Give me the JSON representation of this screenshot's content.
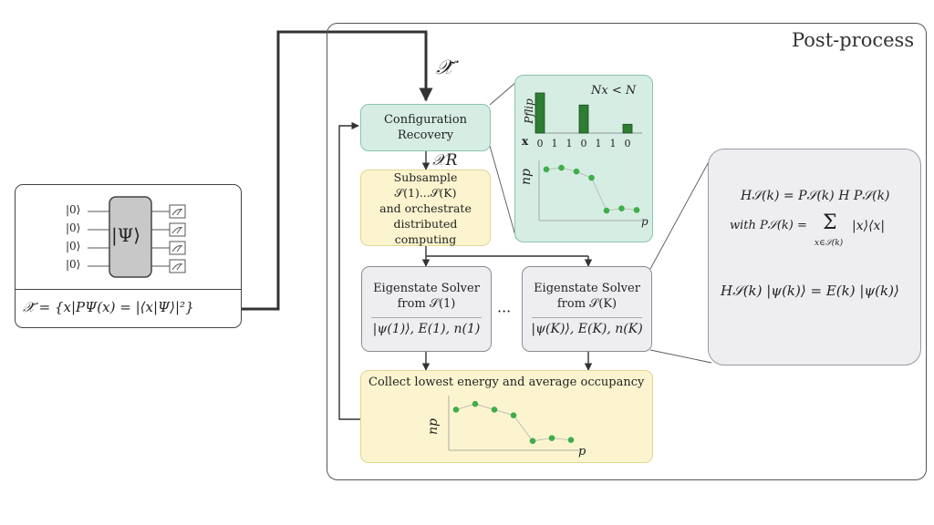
{
  "post_process_label": "Post-process",
  "x_tilde_label": "𝒳̃",
  "x_r_label": "𝒳R",
  "quantum_box": {
    "kets": [
      "|0⟩",
      "|0⟩",
      "|0⟩",
      "|0⟩"
    ],
    "psi_gate": "|Ψ⟩",
    "formula": "𝒳̃ = {x|PΨ(x) = |⟨x|Ψ⟩|²}"
  },
  "config_recovery": {
    "line1": "Configuration",
    "line2": "Recovery"
  },
  "subsample": {
    "line1": "Subsample 𝒮(1)...𝒮(K)",
    "line2": "and orchestrate",
    "line3": "distributed computing"
  },
  "solver_1": {
    "line1": "Eigenstate Solver",
    "line2": "from 𝒮(1)",
    "output": "|ψ(1)⟩, E(1), n(1)"
  },
  "solver_k": {
    "line1": "Eigenstate Solver",
    "line2": "from 𝒮(K)",
    "output": "|ψ(K)⟩, E(K), n(K)"
  },
  "dots": "···",
  "collect": {
    "title": "Collect lowest energy and average occupancy",
    "ylabel": "np",
    "xlabel": "p"
  },
  "inset": {
    "condition": "Nx < N",
    "bar_ylabel": "Pflip",
    "x_row_label": "x",
    "bits": [
      "0",
      "1",
      "1",
      "0",
      "1",
      "1",
      "0"
    ],
    "occ_ylabel": "np",
    "occ_xlabel": "p"
  },
  "equations": {
    "eq1": "H𝒮(k) = P𝒮(k) H P𝒮(k)",
    "eq2_prefix": "with P𝒮(k) =",
    "eq2_sum": "Σ",
    "eq2_sub": "x∈𝒮(k)",
    "eq2_term": "|x⟩⟨x|",
    "eq3": "H𝒮(k) |ψ(k)⟩ = E(k) |ψ(k)⟩"
  },
  "chart_data": [
    {
      "type": "bar",
      "categories": [
        "0",
        "1",
        "1",
        "0",
        "1",
        "1",
        "0"
      ],
      "values": [
        1.0,
        0,
        0,
        0.7,
        0,
        0,
        0.22
      ],
      "ylabel": "Pflip",
      "xlabel": "x",
      "colors": {
        "bar": "#2e7d32",
        "bar_edge": "#1b4d1e"
      }
    },
    {
      "type": "line",
      "x": [
        1,
        2,
        3,
        4,
        5,
        6,
        7
      ],
      "values": [
        0.9,
        0.93,
        0.86,
        0.74,
        0.12,
        0.16,
        0.13
      ],
      "ylabel": "np",
      "xlabel": "p",
      "colors": {
        "point": "#3fae4a",
        "line": "#b5b5b5"
      }
    },
    {
      "type": "line",
      "x": [
        1,
        2,
        3,
        4,
        5,
        6,
        7
      ],
      "values": [
        0.78,
        0.9,
        0.78,
        0.66,
        0.12,
        0.18,
        0.14
      ],
      "ylabel": "np",
      "xlabel": "p",
      "colors": {
        "point": "#3fae4a",
        "line": "#b5b5b5"
      }
    }
  ],
  "colors": {
    "teal_fill": "#d6ede4",
    "teal_edge": "#8cc3ad",
    "yellow_fill": "#fbf4cf",
    "yellow_edge": "#e2d690",
    "grey_fill": "#eeeef1",
    "grey_edge": "#8a8a94",
    "psi_gate": "#c8c8c8"
  }
}
